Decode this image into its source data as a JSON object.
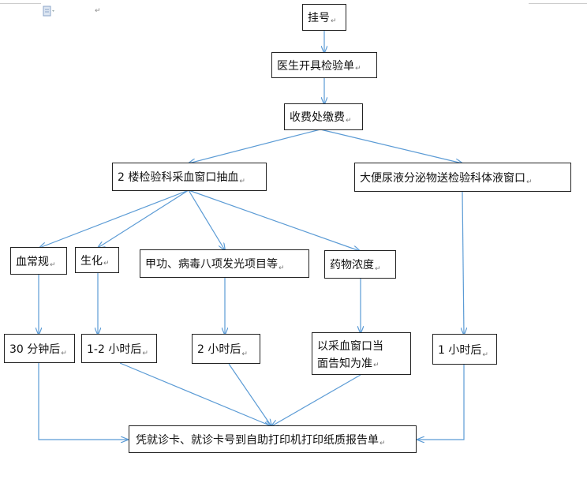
{
  "editor": {
    "return_mark": "↵",
    "doc_icon": "document-icon"
  },
  "nodes": {
    "register": "挂号",
    "doctor": "医生开具检验单",
    "payment": "收费处缴费",
    "blood_draw": "2 楼检验科采血窗口抽血",
    "specimen": "大便尿液分泌物送检验科体液窗口",
    "routine": "血常规",
    "biochem": "生化",
    "thyroid": "甲功、病毒八项发光项目等",
    "drug": "药物浓度",
    "t30": "30 分钟后",
    "t12": "1-2 小时后",
    "t2": "2 小时后",
    "drug_time_line1": "以采血窗口当",
    "drug_time_line2": "面告知为准",
    "t1": "1 小时后",
    "report": "凭就诊卡、就诊卡号到自助打印机打印纸质报告单"
  },
  "colors": {
    "arrow": "#5b9bd5",
    "border": "#222222"
  }
}
